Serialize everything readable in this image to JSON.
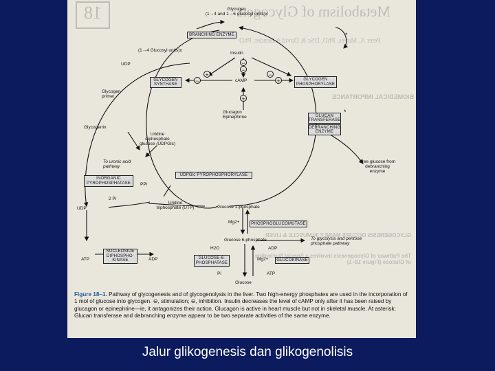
{
  "background_text": {
    "chapter_number": "18",
    "chapter_title": "Metabolism of Glycogen",
    "authors": "Peter A. Mayes, PhD, DSc & David A Bender, PhD",
    "section_biomedical": "BIOMEDICAL IMPORTANCE",
    "section_glycogenesis": "GLYCOGENESIS OCCURS MAINLY IN MUSCLE & LIVER",
    "section_pathway": "The Pathway of Glycogenesis Involves a Special Nucleotide of Glucose (Figure 18–1)"
  },
  "diagram": {
    "glycogen": "Glycogen\n(1→4 and 1→6 glucosyl units)x",
    "branching_enzyme": "BRANCHING ENZYME",
    "glucosyl_units": "(1→4 Glucosyl units)x",
    "insulin": "Insulin",
    "udp_top": "UDP",
    "camp": "cAMP",
    "glycogen_synthase": "GLYCOGEN\nSYNTHASE",
    "glycogen_phosphorylase": "GLYCOGEN\nPHOSPHORYLASE",
    "glycogen_primer": "Glycogen\nprimer",
    "glycogenin": "Glycogenin",
    "glucagon_epinephrine": "Glucagon\nEpinephrine",
    "glucan_transferase": "GLUCAN\nTRANSFERASE",
    "debranching_enzyme": "DEBRANCHING\nENZYME",
    "udp_glucose": "Uridine\ndiphosphate\nglucose (UDPGlc)",
    "uronic_acid": "To uronic acid\npathway",
    "free_glucose": "Free glucose from\ndebranching\nenzyme",
    "udpglc_pyrophosphorylase": "UDPGlc PYROPHOSPHORYLASE",
    "inorganic_pyrophosphatase": "INORGANIC\nPYROPHOSPHATASE",
    "ppi": "PPi",
    "two_pi": "2 Pi",
    "utp": "Uridine\ntriphosphate (UTP)",
    "udp_left": "UDP",
    "glucose_1_phosphate": "Glucose 1-phosphate",
    "mg_1": "Mg2+",
    "phosphoglucomutase": "PHOSPHOGLUCOMUTASE",
    "glucose_6_phosphate": "Glucose 6-phosphate",
    "glycolysis_ppp": "To glycolysis and pentose\nphosphate pathway",
    "h2o": "H2O",
    "adp_right": "ADP",
    "atp_left": "ATP",
    "nucleoside_diphosphokinase": "NUCLEOSIDE\nDIPHOSPHO-\nKINASE",
    "adp_left": "ADP",
    "glucose_6_phosphatase": "GLUCOSE-6-\nPHOSPHATASE",
    "mg_2": "Mg2+",
    "glucokinase": "GLUCOKINASE",
    "pi": "Pi",
    "atp_right": "ATP",
    "glucose": "Glucose",
    "minus": "−",
    "plus": "+",
    "asterisk": "*"
  },
  "caption": {
    "figure_label": "Figure 18–1.",
    "text": "Pathway of glycogenesis and of glycogenolysis in the liver. Two high-energy phosphates are used in the incorporation of 1 mol of glucose into glycogen. ⊖, stimulation; ⊖, inhibition. Insulin decreases the level of cAMP only after it has been raised by glucagon or epinephrine—ie, it antagonizes their action. Glucagon is active in heart muscle but not in skeletal muscle. At asterisk: Glucan transferase and debranching enzyme appear to be two separate activities of the same enzyme."
  },
  "slide_caption": "Jalur glikogenesis dan glikogenolisis",
  "colors": {
    "slide_background": "#0c1a5e",
    "page": "#e9e6dc",
    "enzyme_box": "#dcdcdc",
    "figure_label": "#1f5c99"
  }
}
